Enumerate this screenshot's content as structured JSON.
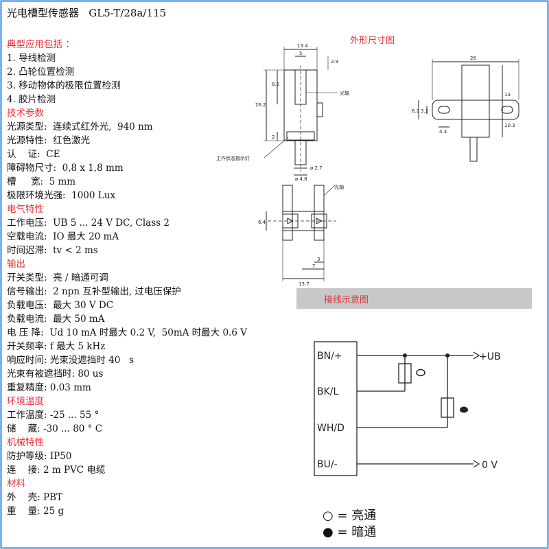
{
  "title": "光电槽型传感器   GL5-T/28a/115",
  "lines": [
    {
      "t": "典型应用包括 ：",
      "sec": true
    },
    {
      "t": "1. 导线检测"
    },
    {
      "t": "2. 凸轮位置检测"
    },
    {
      "t": "3. 移动物体的极限位置检测"
    },
    {
      "t": "4. 胶片检测"
    },
    {
      "t": "技术参数",
      "sec": true
    },
    {
      "t": "光源类型:  连续式红外光,  940 nm"
    },
    {
      "t": "光源特性:  红色激光"
    },
    {
      "t": "认    证:  CE"
    },
    {
      "t": "障碍物尺寸:  0,8 x 1,8 mm"
    },
    {
      "t": "槽     宽:  5 mm"
    },
    {
      "t": "极限环境光强:  1000 Lux"
    },
    {
      "t": "电气特性",
      "sec": true
    },
    {
      "t": "工作电压:  UB 5 ... 24 V DC, Class 2"
    },
    {
      "t": "空载电流:  IO 最大 20 mA"
    },
    {
      "t": "时间迟滞:  tv < 2 ms"
    },
    {
      "t": "输出",
      "sec": true
    },
    {
      "t": "开关类型:  亮 / 暗通可调"
    },
    {
      "t": "信号输出:  2 npn 互补型输出, 过电压保护"
    },
    {
      "t": "负载电压:  最大 30 V DC"
    },
    {
      "t": "负载电流:  最大 50 mA"
    },
    {
      "t": "电 压 降:  Ud 10 mA 时最大 0.2 V,  50mA 时最大 0.6 V"
    },
    {
      "t": "开关频率: f 最大 5 kHz"
    },
    {
      "t": "响应时间: 光束没遮挡时 40   s"
    },
    {
      "t": "光束有被遮挡时: 80 us"
    },
    {
      "t": "重复精度: 0.03 mm"
    },
    {
      "t": "环境温度",
      "sec": true
    },
    {
      "t": "工作温度: -25 ... 55 °"
    },
    {
      "t": "储    藏: -30 ... 80 ° C"
    },
    {
      "t": "机械特性",
      "sec": true
    },
    {
      "t": "防护等级: IP50"
    },
    {
      "t": "连    接: 2 m PVC 电缆"
    },
    {
      "t": "材料",
      "sec": true
    },
    {
      "t": "外    壳: PBT"
    },
    {
      "t": "重    量: 25 g"
    }
  ],
  "drawing": {
    "label": "外形尺寸图",
    "dims": {
      "w134": "13.4",
      "d5": "5",
      "d29": "2.9",
      "d85": "8.5",
      "d262": "26.2",
      "d2": "2",
      "phi27": "ø 2.7",
      "phi48": "ø 4.8",
      "d26": "26",
      "d13": "13",
      "d103": "10.3",
      "d62": "6.2",
      "d32": "3.2",
      "d43": "4.3",
      "d64": "6.4",
      "d3": "3",
      "d7": "7",
      "d137": "13.7"
    },
    "axis_label": "光轴",
    "axis_label2": "光轴",
    "indicator_label": "工作状态指示灯"
  },
  "wiring": {
    "title": "接线示意图",
    "pins": [
      "BN/+",
      "BK/L",
      "WH/D",
      "BU/-"
    ],
    "ub": "+UB",
    "zero": "0 V",
    "legend": [
      {
        "symbol": "○",
        "text": "= 亮通"
      },
      {
        "symbol": "●",
        "text": "= 暗通"
      }
    ]
  }
}
